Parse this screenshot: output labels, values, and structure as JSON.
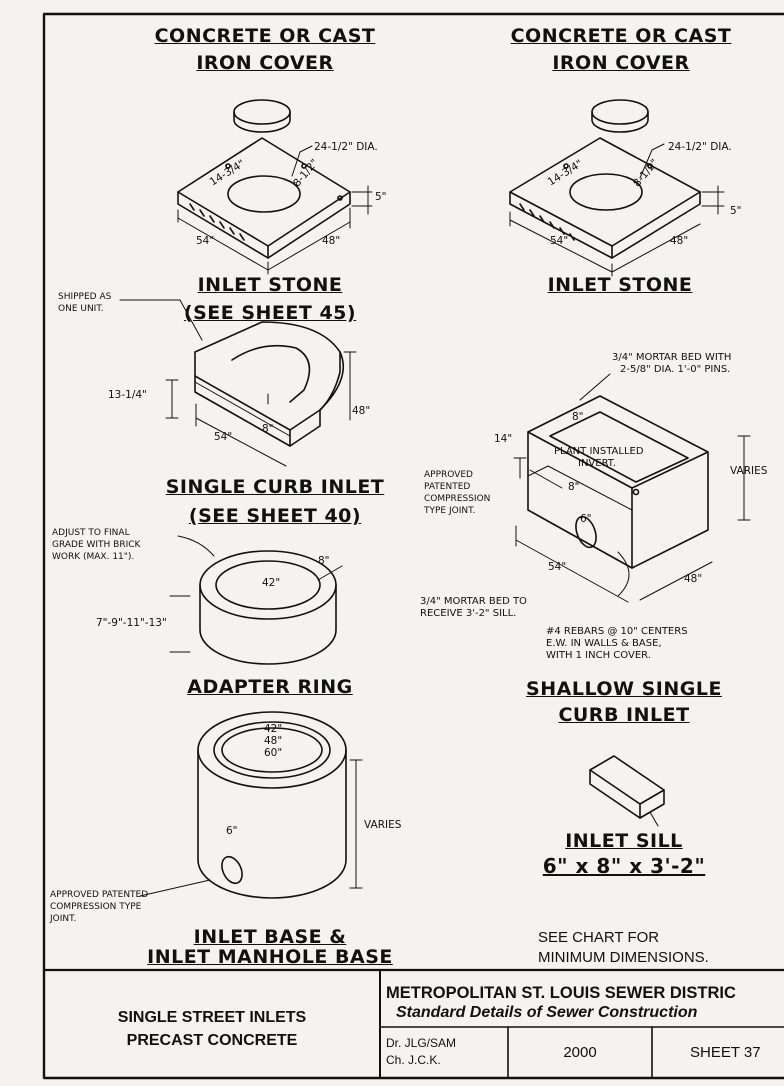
{
  "left_column": {
    "cover_title": [
      "CONCRETE OR CAST",
      "IRON COVER"
    ],
    "cover_diameter": "24-1/2\" DIA.",
    "stone_dim_a": "14-3/4\"",
    "stone_dim_b": "8-1/2\"",
    "stone_thickness": "5\"",
    "stone_length": "54\"",
    "stone_width": "48\"",
    "stone_title": [
      "INLET STONE",
      "(SEE SHEET 45)"
    ],
    "shipped_note": [
      "SHIPPED AS",
      "ONE UNIT."
    ],
    "curb_height": "13-1/4\"",
    "curb_length": "54\"",
    "curb_wall": "8\"",
    "curb_width": "48\"",
    "curb_title": [
      "SINGLE CURB INLET",
      "(SEE SHEET 40)"
    ],
    "adjust_note": [
      "ADJUST TO FINAL",
      "GRADE WITH BRICK",
      "WORK (MAX. 11\")."
    ],
    "ring_diameter": "42\"",
    "ring_wall": "8\"",
    "ring_heights": "7\"-9\"-11\"-13\"",
    "ring_title": "ADAPTER RING",
    "base_sizes": [
      "42\"",
      "48\"",
      "60\""
    ],
    "base_varies": "VARIES",
    "base_pipe": "6\"",
    "joint_note": [
      "APPROVED PATENTED",
      "COMPRESSION TYPE",
      "JOINT."
    ],
    "base_title": [
      "INLET BASE &",
      "INLET MANHOLE BASE"
    ]
  },
  "right_column": {
    "cover_title": [
      "CONCRETE OR CAST",
      "IRON COVER"
    ],
    "cover_diameter": "24-1/2\" DIA.",
    "stone_dim_a": "14-3/4\"",
    "stone_dim_b": "8-1/2\"",
    "stone_thickness": "5\"",
    "stone_length": "54\"",
    "stone_width": "48\"",
    "stone_title": "INLET STONE",
    "mortar_top": [
      "3/4\" MORTAR BED WITH",
      "2-5/8\" DIA. 1'-0\" PINS."
    ],
    "shallow_top_wall": "8\"",
    "shallow_height": "14\"",
    "plant_invert": [
      "PLANT INSTALLED",
      "INVERT."
    ],
    "shallow_wall2": "8\"",
    "shallow_pipe": "6\"",
    "shallow_varies": "VARIES",
    "approved_note": [
      "APPROVED",
      "PATENTED",
      "COMPRESSION",
      "TYPE JOINT."
    ],
    "shallow_length": "54\"",
    "shallow_width": "48\"",
    "mortar_bottom": [
      "3/4\" MORTAR BED TO",
      "RECEIVE 3'-2\" SILL."
    ],
    "rebar_note": [
      "#4 REBARS @ 10\" CENTERS",
      "E.W. IN WALLS & BASE,",
      "WITH 1 INCH COVER."
    ],
    "shallow_title": [
      "SHALLOW SINGLE",
      "CURB INLET"
    ],
    "sill_title": [
      "INLET SILL",
      "6\" x 8\" x 3'-2\""
    ],
    "chart_note": [
      "SEE CHART FOR",
      "MINIMUM DIMENSIONS."
    ]
  },
  "title_block": {
    "drawing_title": [
      "SINGLE STREET INLETS",
      "PRECAST CONCRETE"
    ],
    "agency": "METROPOLITAN ST. LOUIS SEWER DISTRIC",
    "subtitle": "Standard Details of Sewer Construction",
    "drawn_by": "Dr.  JLG/SAM",
    "checked_by": "Ch.   J.C.K.",
    "year": "2000",
    "sheet": "SHEET  37"
  }
}
